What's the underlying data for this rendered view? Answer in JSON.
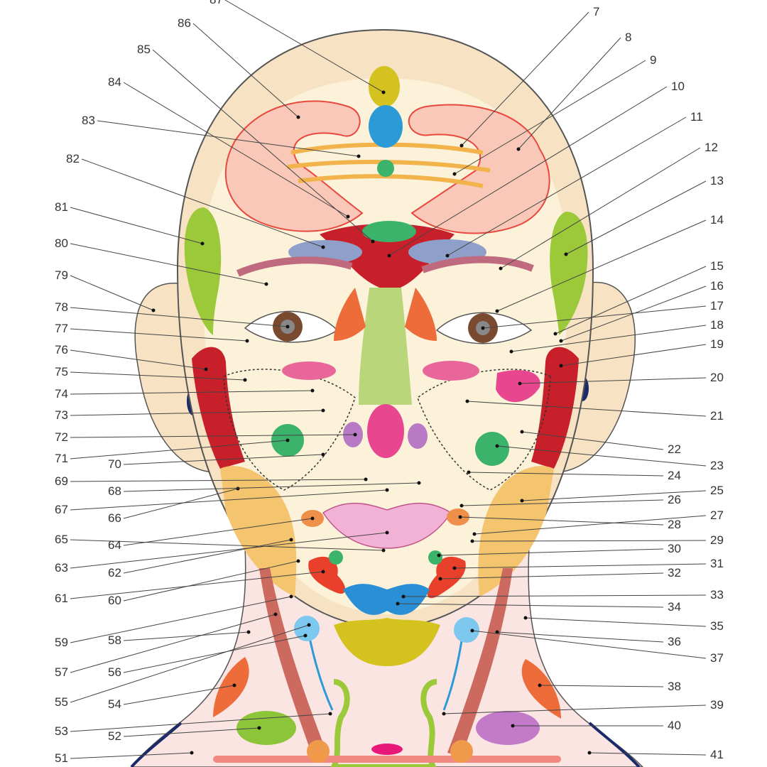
{
  "title": "Face map reflexology chart",
  "labels_right": [
    "7",
    "8",
    "9",
    "10",
    "11",
    "12",
    "13",
    "14",
    "15",
    "16",
    "17",
    "18",
    "19",
    "20",
    "21",
    "22",
    "23",
    "24",
    "25",
    "26",
    "27",
    "28",
    "29",
    "30",
    "31",
    "32",
    "33",
    "34",
    "35",
    "36",
    "37",
    "38",
    "39",
    "40",
    "41"
  ],
  "labels_left": [
    "51",
    "52",
    "53",
    "54",
    "55",
    "56",
    "57",
    "58",
    "59",
    "60",
    "61",
    "62",
    "63",
    "64",
    "65",
    "66",
    "67",
    "68",
    "69",
    "70",
    "71",
    "72",
    "73",
    "74",
    "75",
    "76",
    "77",
    "78",
    "79",
    "80",
    "81",
    "82",
    "83",
    "84",
    "85",
    "86",
    "87"
  ],
  "colors": {
    "skin": "#f7e3c4",
    "skin_light": "#fbf2d9",
    "brain_outline": "#e8483d",
    "brain_fill": "#f9c8b8",
    "yellow": "#d4c21f",
    "blue": "#2b9ad6",
    "green": "#3bb36a",
    "lime": "#9cc93a",
    "red": "#c8202a",
    "pink": "#e8468f",
    "orange": "#ee6b3a",
    "purple": "#b87ac4",
    "navy": "#1a2a6b"
  }
}
